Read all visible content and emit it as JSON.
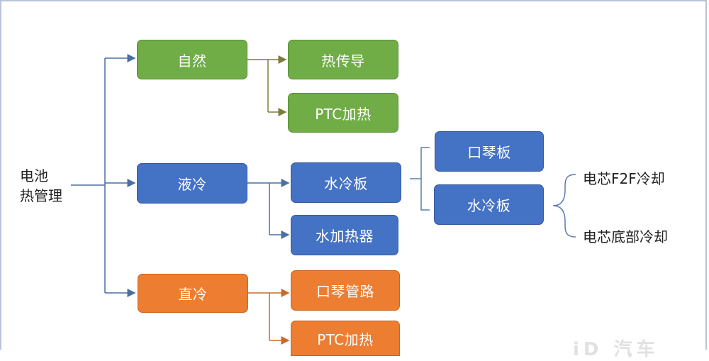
{
  "root": {
    "line1": "电池",
    "line2": "热管理"
  },
  "categories": {
    "natural": "自然",
    "liquid": "液冷",
    "direct": "直冷"
  },
  "natural_children": {
    "conduction": "热传导",
    "ptc": "PTC加热"
  },
  "liquid_children": {
    "cold_plate": "水冷板",
    "heater": "水加热器"
  },
  "cold_plate_children": {
    "harmonica_plate": "口琴板",
    "cold_plate": "水冷板"
  },
  "cold_plate_cooling": {
    "f2f": "电芯F2F冷却",
    "bottom": "电芯底部冷却"
  },
  "direct_children": {
    "harmonica_pipe": "口琴管路",
    "ptc": "PTC加热"
  },
  "colors": {
    "natural": "#70ad47",
    "liquid": "#4472c4",
    "direct": "#ed7d31",
    "connector_blue": "#4a6fa5",
    "connector_olive": "#7d7d3a",
    "connector_orange": "#c86a2a",
    "bracket": "#5b7bb0"
  },
  "watermark": "iD 汽车"
}
